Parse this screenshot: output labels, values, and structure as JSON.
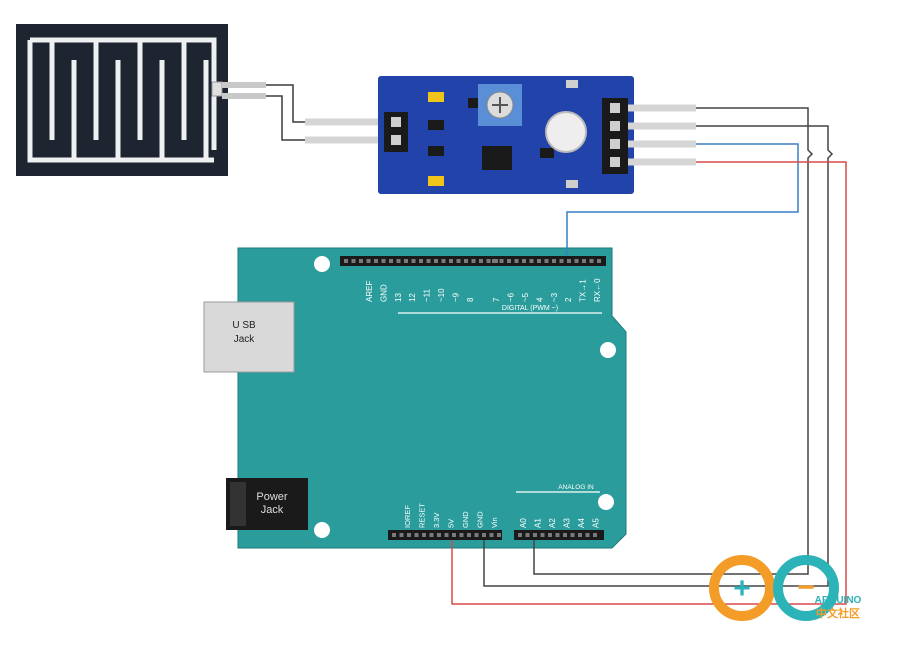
{
  "usb_jack": {
    "line1": "U SB",
    "line2": "Jack"
  },
  "power_jack": {
    "line1": "Power",
    "line2": "Jack"
  },
  "digital_pins": [
    "AREF",
    "GND",
    "13",
    "12",
    "~11",
    "~10",
    "~9",
    "8",
    "7",
    "~6",
    "~5",
    "4",
    "~3",
    "2",
    "TX→1",
    "RX←0"
  ],
  "digital_label": "DIGITAL (PWM ~)",
  "power_pins": [
    "IOREF",
    "RESET",
    "3.3V",
    "5V",
    "GND",
    "GND",
    "Vin"
  ],
  "analog_pins": [
    "A0",
    "A1",
    "A2",
    "A3",
    "A4",
    "A5"
  ],
  "analog_label": "ANALOG IN",
  "logo": {
    "brand": "ARDUINO",
    "sub": "中文社区"
  },
  "colors": {
    "board": "#2a9c9c",
    "module": "#2244aa",
    "wire_black": "#444444",
    "wire_red": "#d94a4a",
    "wire_blue": "#3a7fc4",
    "logo_orange": "#f39c27",
    "logo_teal": "#2bb3b8"
  }
}
